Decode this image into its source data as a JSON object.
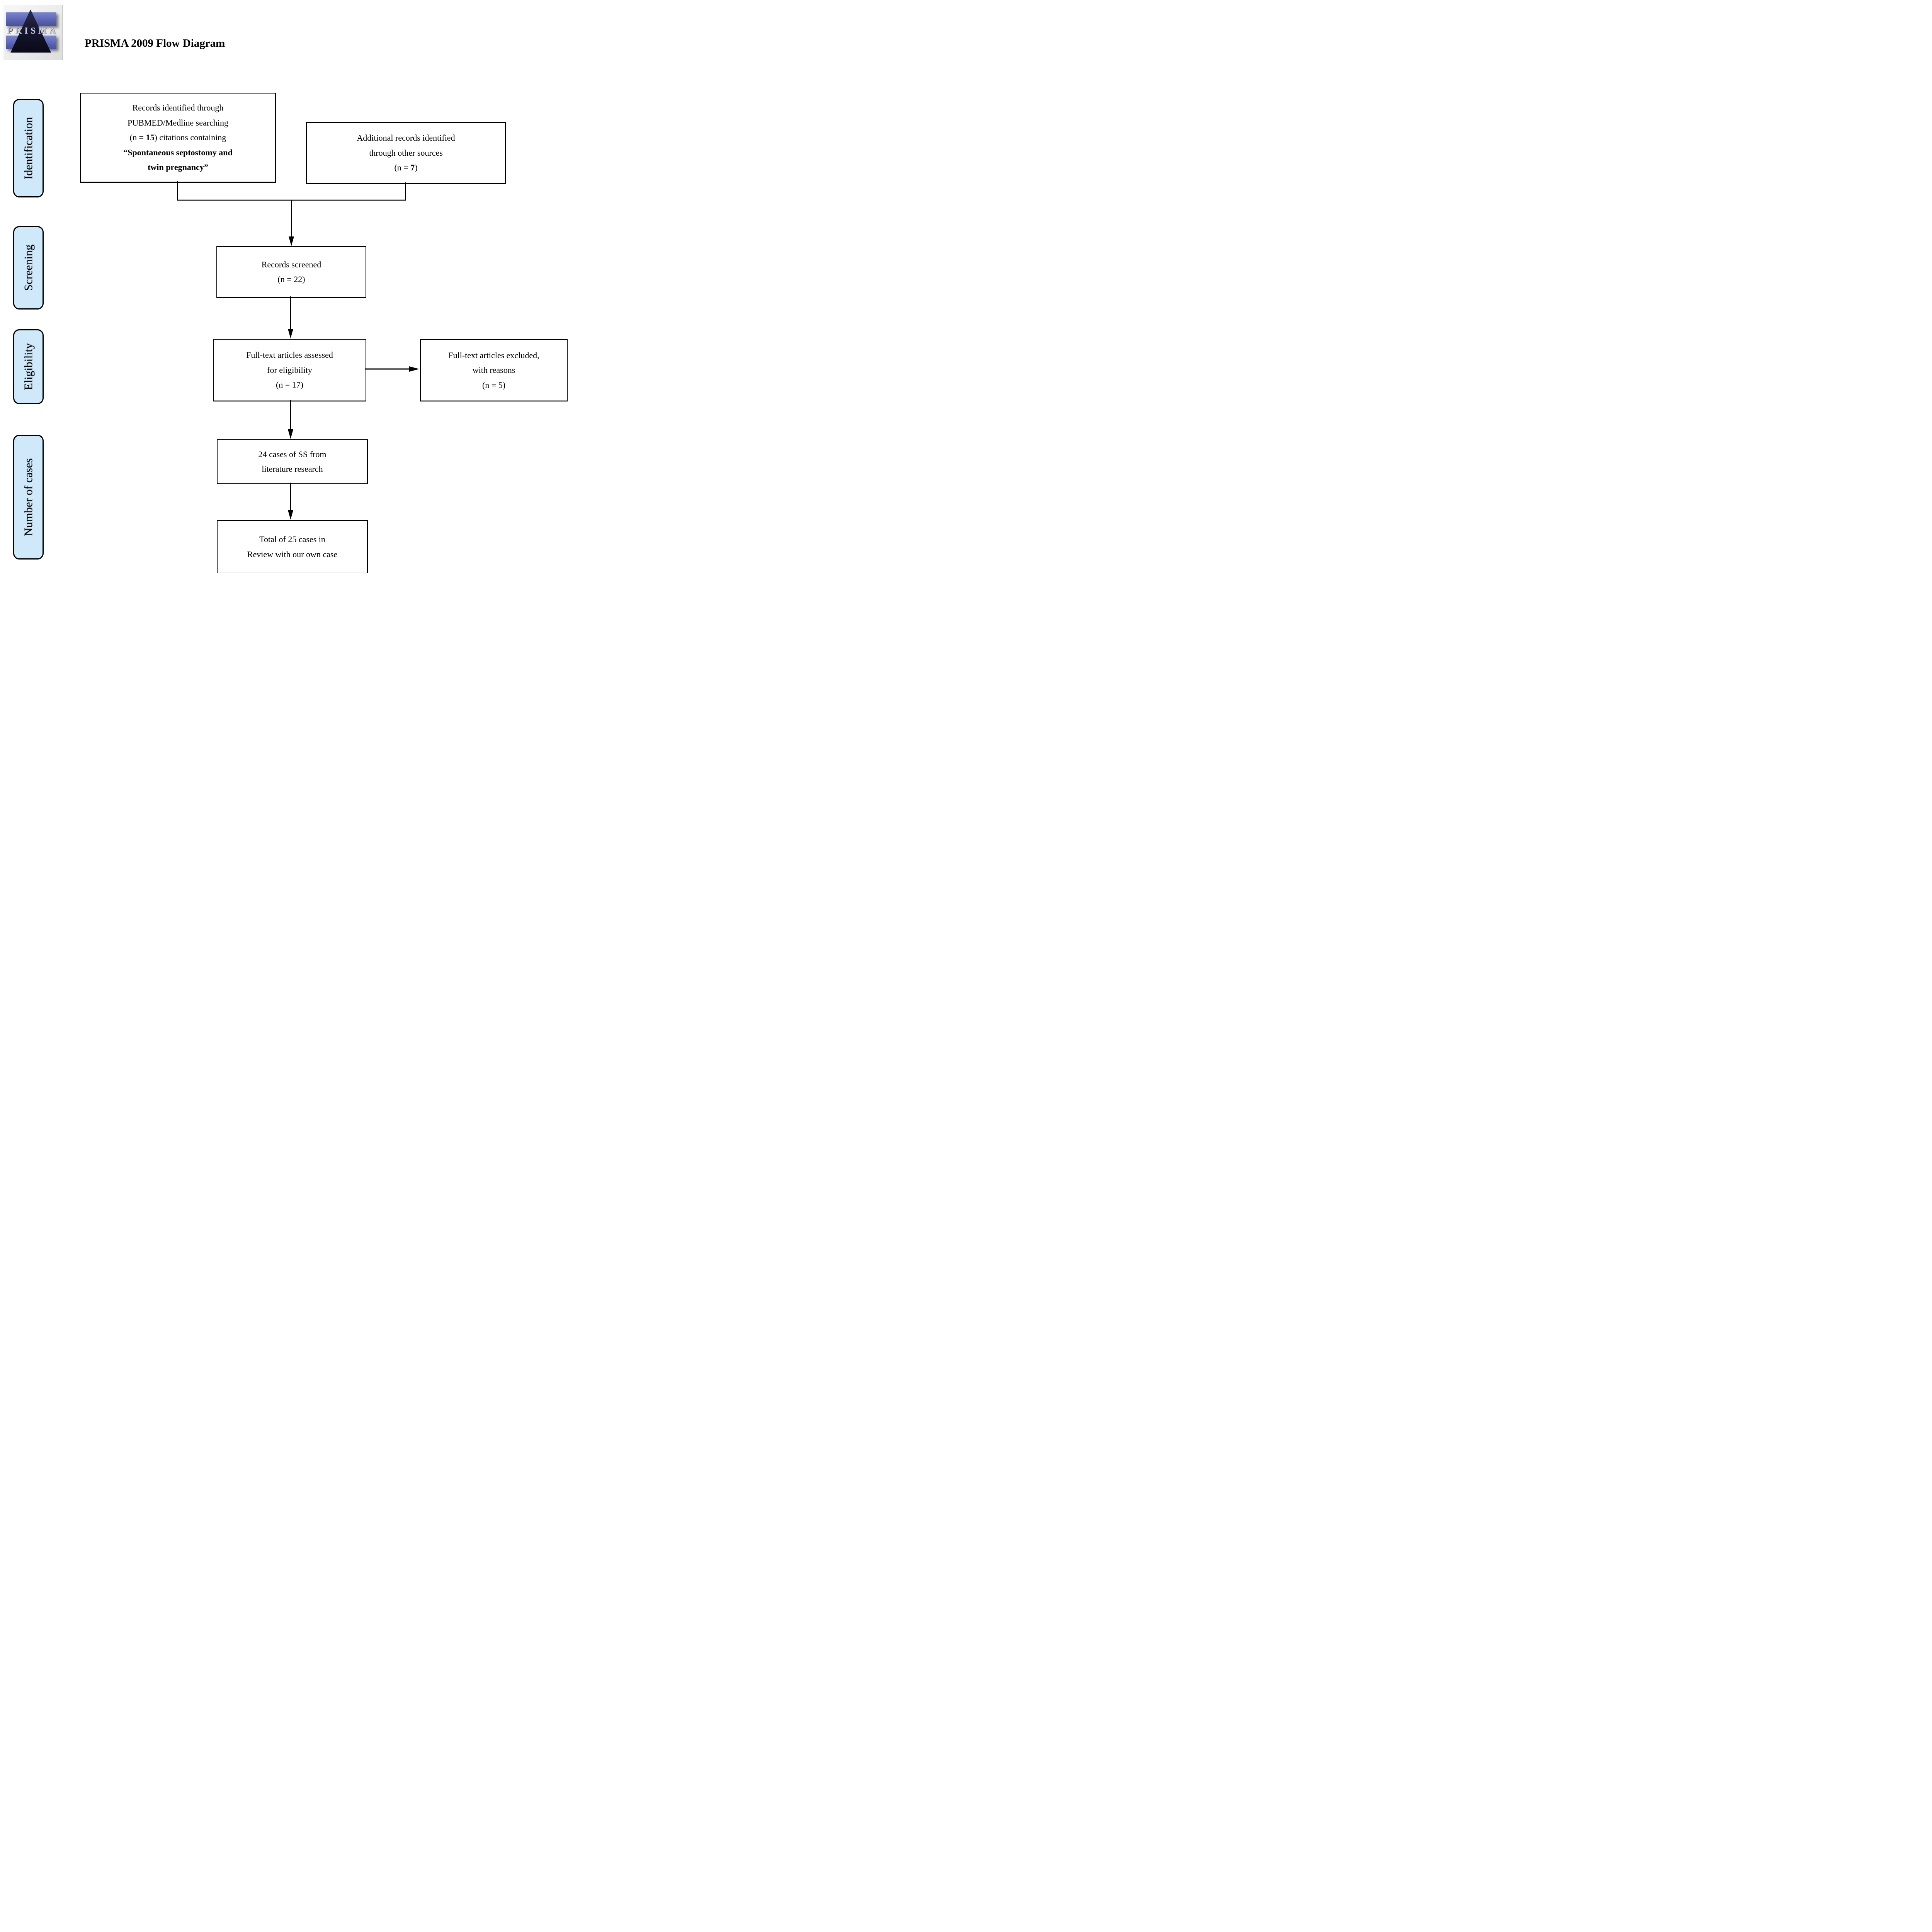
{
  "title": "PRISMA 2009 Flow Diagram",
  "logo": {
    "text": "PRISMA"
  },
  "stages": [
    {
      "label": "Identification"
    },
    {
      "label": "Screening"
    },
    {
      "label": "Eligibility"
    },
    {
      "label": "Number of cases"
    }
  ],
  "boxes": {
    "records_identified": {
      "line1": "Records identified through",
      "line2": "PUBMED/Medline searching",
      "n_prefix": "(n = ",
      "n_value": "15",
      "n_suffix": ") citations containing",
      "query_line1": "“Spontaneous septostomy and",
      "query_line2": "twin pregnancy”"
    },
    "additional_records": {
      "line1": "Additional records identified",
      "line2": "through other sources",
      "n_prefix": "(n = ",
      "n_value": "7",
      "n_suffix": ")"
    },
    "records_screened": {
      "line1": "Records screened",
      "line2": "(n = 22)"
    },
    "fulltext_assessed": {
      "line1": "Full-text articles assessed",
      "line2": "for eligibility",
      "line3": "(n = 17)"
    },
    "fulltext_excluded": {
      "line1": "Full-text articles excluded,",
      "line2": "with reasons",
      "line3": "(n = 5)"
    },
    "cases_from_literature": {
      "line1": "24 cases of SS from",
      "line2": "literature research"
    },
    "total_cases": {
      "line1": "Total of 25 cases in",
      "line2": "Review with our own case"
    }
  },
  "colors": {
    "stage_fill": "#cfe8fa",
    "box_border": "#000000",
    "arrow": "#000000",
    "logo_blue": "#5a63b2",
    "logo_navy": "#0d0d24"
  }
}
